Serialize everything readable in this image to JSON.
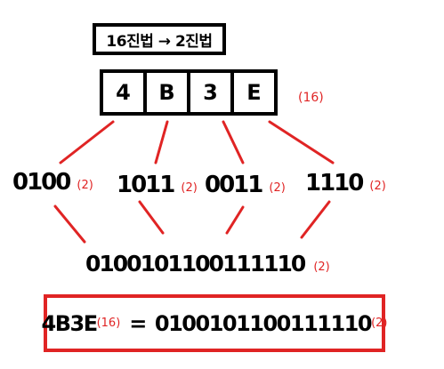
{
  "title": "16진법 → 2진법",
  "hex_digits": [
    "4",
    "B",
    "3",
    "E"
  ],
  "hex_base": "(16)",
  "nibbles": [
    "0100",
    "1011",
    "0011",
    "1110"
  ],
  "bin_base": "(2)",
  "combined": "0100101100111110",
  "result": {
    "hex": "4B3E",
    "hex_base": "(16)",
    "equals": "=",
    "bin": "0100101100111110",
    "bin_base": "(2)"
  },
  "colors": {
    "line": "#e02424",
    "box": "#000000",
    "result_box": "#e02424"
  }
}
